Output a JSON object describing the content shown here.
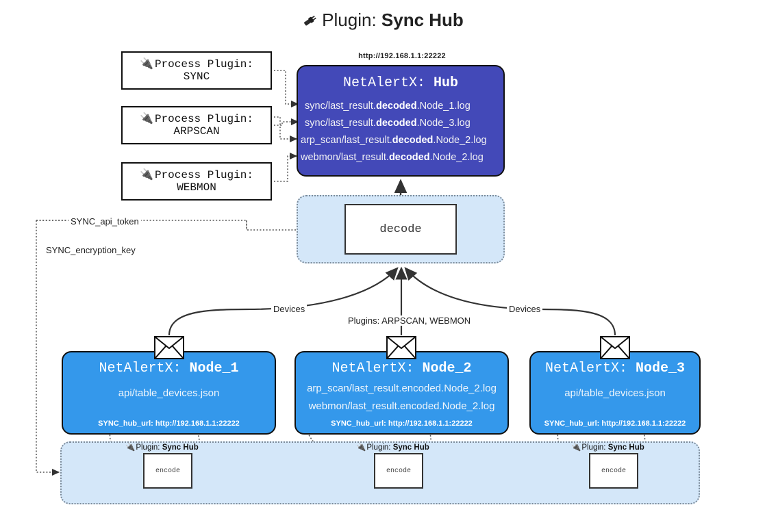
{
  "title": {
    "icon": "plug-icon",
    "prefix": "Plugin:",
    "name": "Sync Hub"
  },
  "process_plugins": [
    {
      "icon": "plug-icon",
      "line1": "Process Plugin:",
      "line2": "SYNC"
    },
    {
      "icon": "plug-icon",
      "line1": "Process Plugin:",
      "line2": "ARPSCAN"
    },
    {
      "icon": "plug-icon",
      "line1": "Process Plugin:",
      "line2": "WEBMON"
    }
  ],
  "hub": {
    "url": "http://192.168.1.1:22222",
    "title_prefix": "NetAlertX:",
    "title_name": "Hub",
    "logs": [
      {
        "pre": "sync/last_result.",
        "em": "decoded",
        "post": ".Node_1.log"
      },
      {
        "pre": "sync/last_result.",
        "em": "decoded",
        "post": ".Node_3.log"
      },
      {
        "pre": "arp_scan/last_result.",
        "em": "decoded",
        "post": ".Node_2.log"
      },
      {
        "pre": "webmon/last_result.",
        "em": "decoded",
        "post": ".Node_2.log"
      }
    ]
  },
  "decode": {
    "label": "decode"
  },
  "edge_labels": {
    "api_token": "SYNC_api_token",
    "encryption_key": "SYNC_encryption_key",
    "devices_left": "Devices",
    "devices_right": "Devices",
    "plugins_mid": "Plugins: ARPSCAN, WEBMON"
  },
  "nodes": [
    {
      "title_prefix": "NetAlertX:",
      "title_name": "Node_1",
      "lines": [
        "api/table_devices.json"
      ],
      "hub_url_label": "SYNC_hub_url: http://192.168.1.1:22222",
      "envelope_icon": "envelope-icon"
    },
    {
      "title_prefix": "NetAlertX:",
      "title_name": "Node_2",
      "lines": [
        "arp_scan/last_result.encoded.Node_2.log",
        "webmon/last_result.encoded.Node_2.log"
      ],
      "hub_url_label": "SYNC_hub_url: http://192.168.1.1:22222",
      "envelope_icon": "envelope-icon"
    },
    {
      "title_prefix": "NetAlertX:",
      "title_name": "Node_3",
      "lines": [
        "api/table_devices.json"
      ],
      "hub_url_label": "SYNC_hub_url: http://192.168.1.1:22222",
      "envelope_icon": "envelope-icon"
    }
  ],
  "encoders": [
    {
      "icon": "plug-icon",
      "label_prefix": "Plugin:",
      "label_name": "Sync Hub",
      "box_label": "encode"
    },
    {
      "icon": "plug-icon",
      "label_prefix": "Plugin:",
      "label_name": "Sync Hub",
      "box_label": "encode"
    },
    {
      "icon": "plug-icon",
      "label_prefix": "Plugin:",
      "label_name": "Sync Hub",
      "box_label": "encode"
    }
  ],
  "colors": {
    "hub_fill": "#4349b8",
    "node_fill": "#3498eb",
    "container_fill": "#d4e7f9",
    "stroke": "#111111"
  }
}
